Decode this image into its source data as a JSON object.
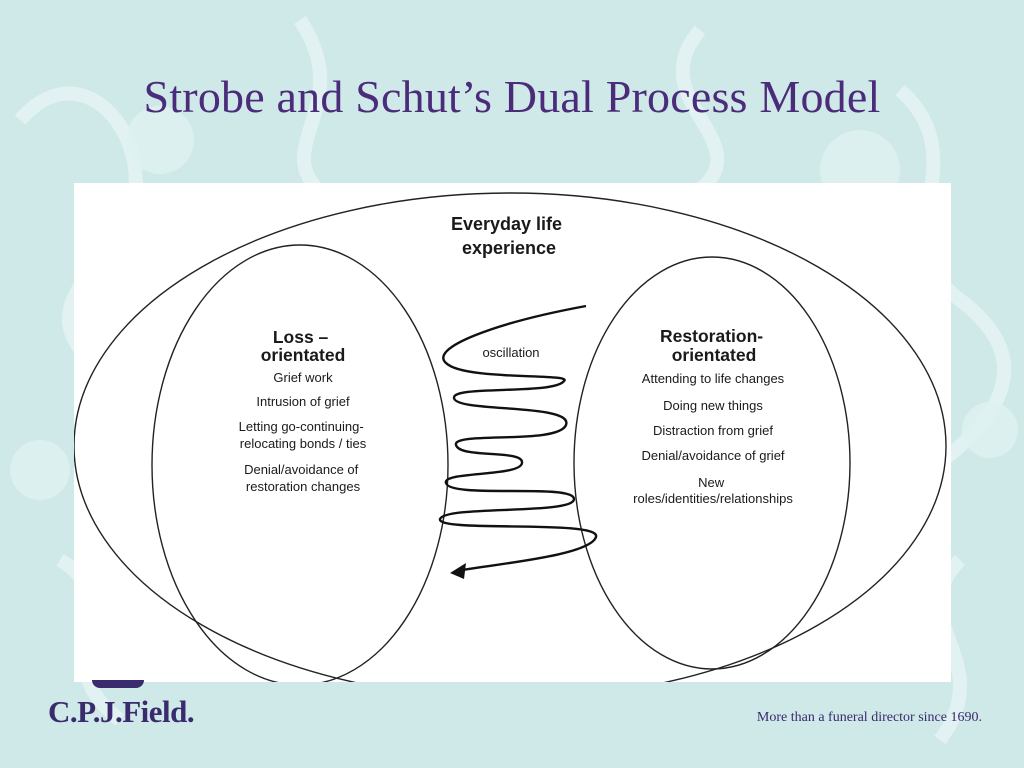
{
  "slide": {
    "title": "Strobe and Schut’s Dual Process Model"
  },
  "diagram": {
    "outer_label": [
      "Everyday life",
      "experience"
    ],
    "oscillation_label": "oscillation",
    "loss": {
      "heading": [
        "Loss –",
        "orientated"
      ],
      "items": [
        [
          "Grief work"
        ],
        [
          "Intrusion of grief"
        ],
        [
          "Letting go-continuing-",
          "relocating bonds / ties"
        ],
        [
          "Denial/avoidance of",
          "restoration changes"
        ]
      ]
    },
    "restoration": {
      "heading": [
        "Restoration-",
        "orientated"
      ],
      "items": [
        [
          "Attending to life changes"
        ],
        [
          "Doing new things"
        ],
        [
          "Distraction from grief"
        ],
        [
          "Denial/avoidance of grief"
        ],
        [
          "New",
          "roles/identities/relationships"
        ]
      ]
    }
  },
  "footer": {
    "logo": "C.P.J.Field.",
    "tagline": "More than a funeral director since 1690."
  },
  "colors": {
    "title": "#4b2c7a",
    "background": "#cfe8e8",
    "logo": "#3a2a6e"
  }
}
